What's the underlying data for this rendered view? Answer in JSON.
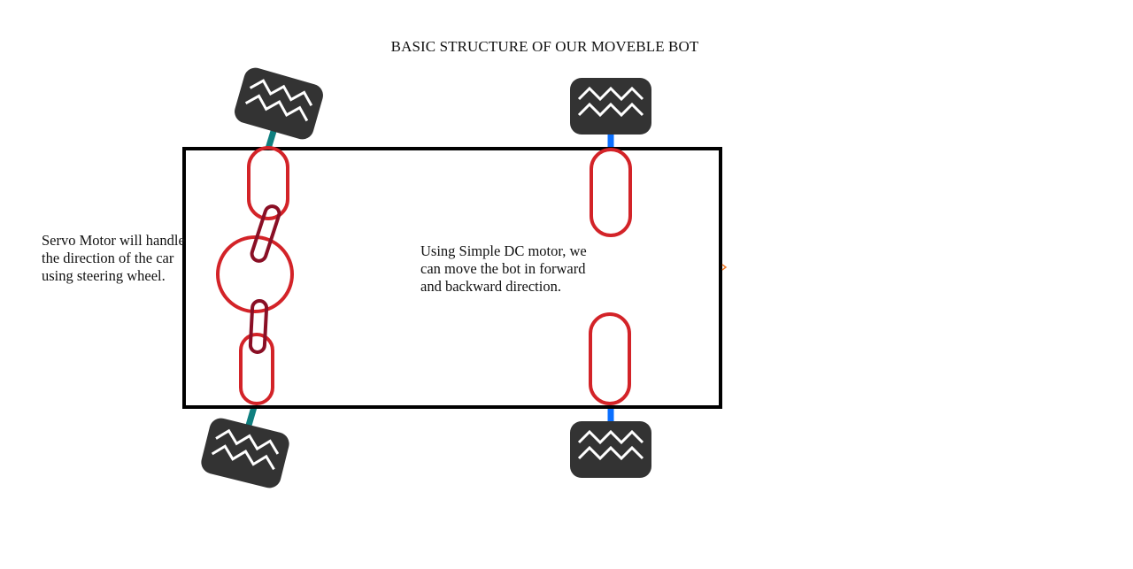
{
  "title": "BASIC STRUCTURE OF OUR MOVEBLE BOT",
  "notes": {
    "servo": "Servo Motor will handle\nthe direction of the car\nusing steering wheel.",
    "dc": "Using Simple DC motor, we\ncan move the bot in forward\nand backward direction."
  },
  "parts": {
    "wheels": [
      "front-top",
      "front-bottom",
      "rear-top",
      "rear-bottom"
    ],
    "steering_wheel": "servo steering",
    "motors": [
      "dc-motor-top",
      "dc-motor-bottom"
    ]
  },
  "colors": {
    "tire": "#333333",
    "tire_pattern": "#ffffff",
    "front_axle": "#0f7f7f",
    "rear_axle": "#0a6fff",
    "outline": "#d32328",
    "link": "#8a0f25",
    "chassis": "#000000",
    "accent": "#f07a2a"
  }
}
